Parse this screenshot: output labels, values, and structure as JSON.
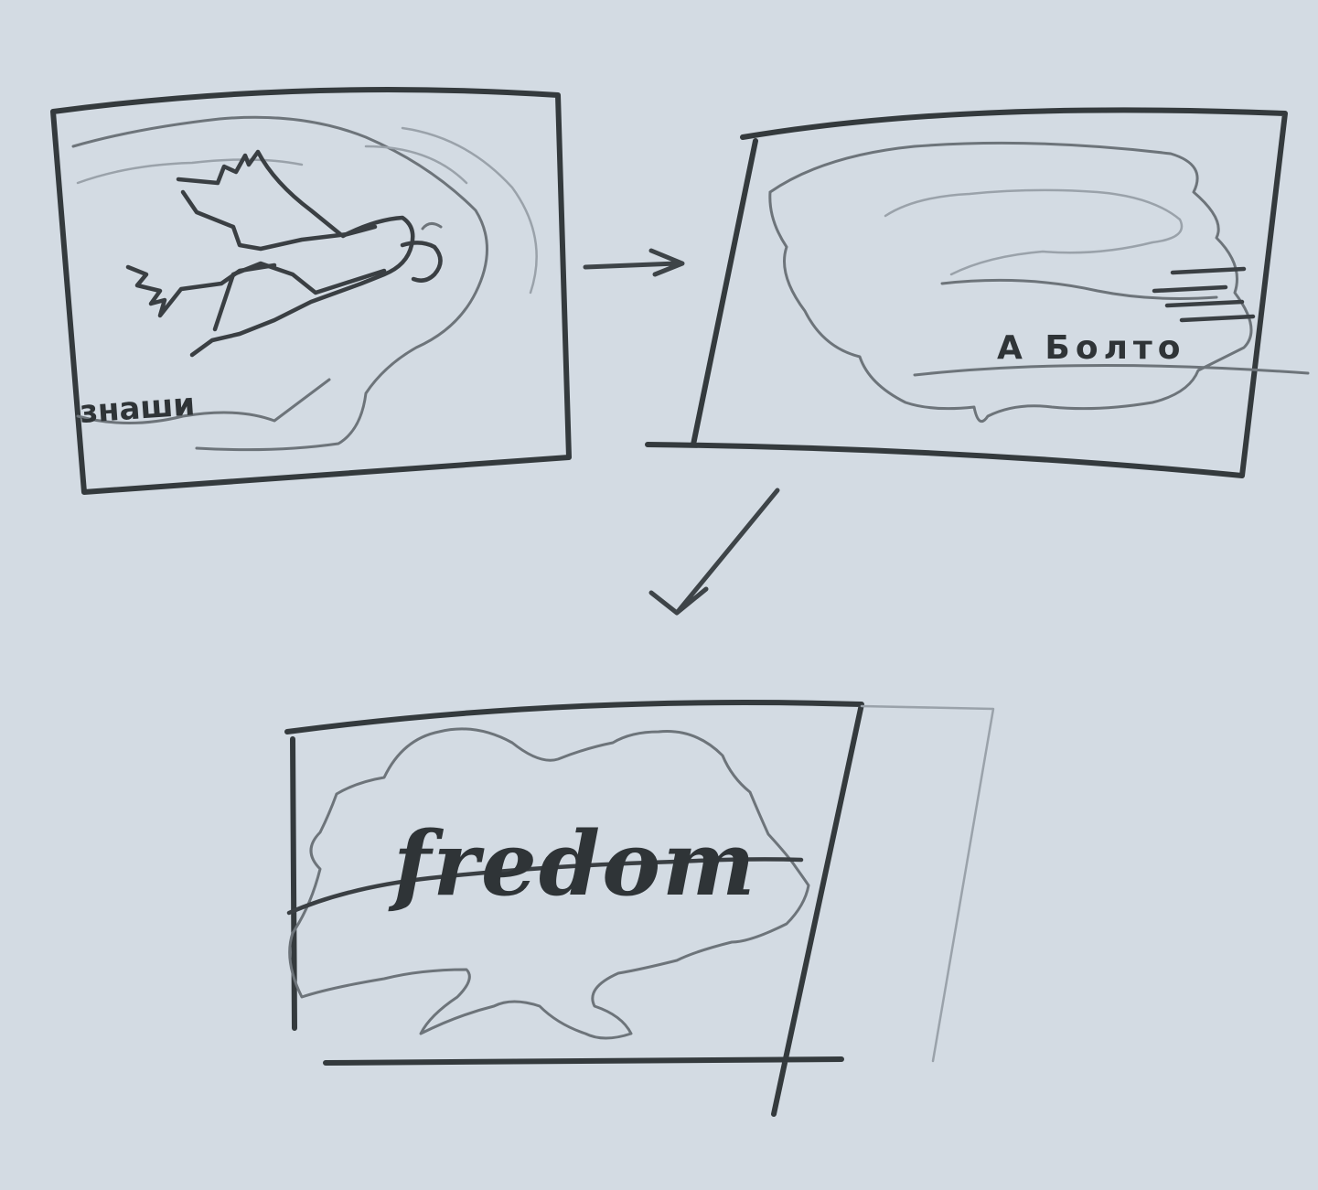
{
  "sketches": {
    "top_left": {
      "label": "знаши"
    },
    "top_right": {
      "label": "А Болто"
    },
    "bottom": {
      "label": "fredom"
    }
  },
  "colors": {
    "paper": "#d6dde5",
    "pencil_dark": "#343a3d",
    "pencil_light": "#6d747a"
  }
}
